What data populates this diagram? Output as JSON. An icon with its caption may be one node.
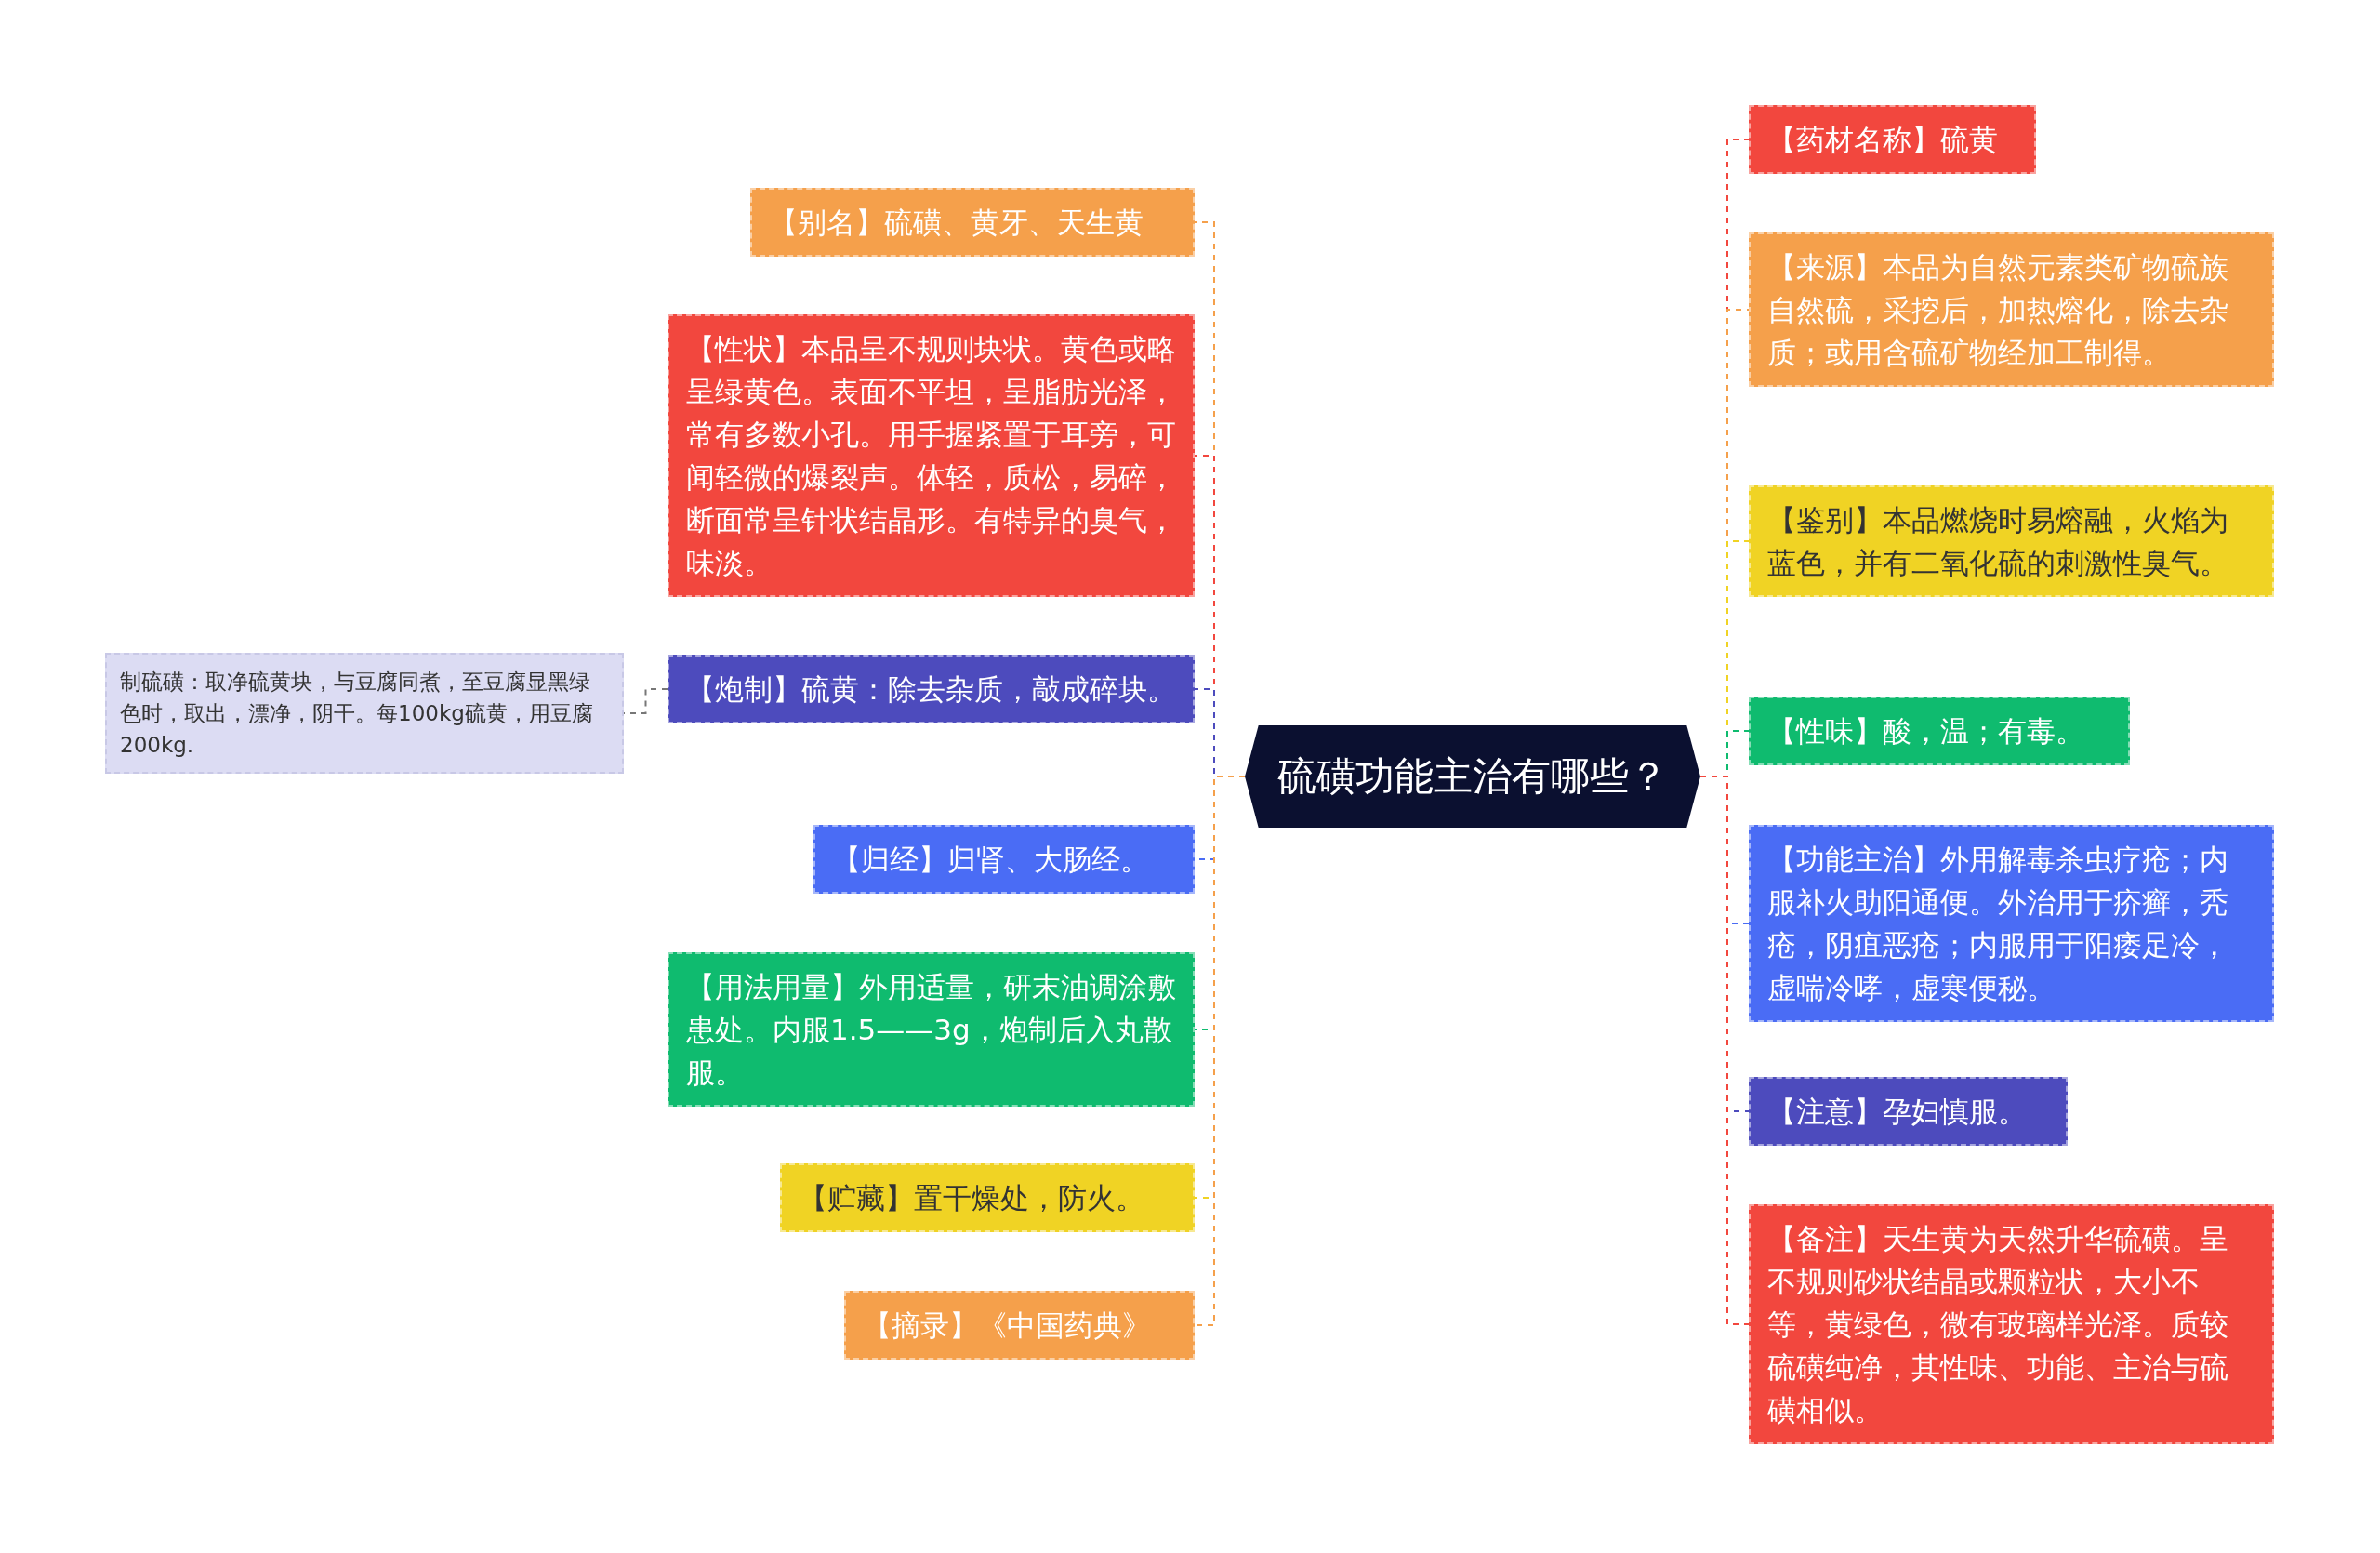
{
  "diagram": {
    "nodes": [
      {
        "text": [
          "硫磺功能主治有哪些？"
        ]
      },
      {
        "text": [
          "【别名】硫磺、黄牙、天生黄"
        ]
      },
      {
        "text": [
          "【性状】本品呈不规则块状。黄色或略呈绿黄色。表面不平坦，呈脂肪光泽，常有多数小孔。用手握紧置于耳旁，可闻轻微的爆裂声。体轻，质松，易碎，断面常呈针状结晶形。有特异的臭气，味淡。"
        ]
      },
      {
        "text": [
          "【炮制】硫黄：除去杂质，敲成碎块。"
        ]
      },
      {
        "text": [
          "【归经】归肾、大肠经。"
        ]
      },
      {
        "text": [
          "【用法用量】外用适量，研末油调涂敷患处。内服1.5——3g，炮制后入丸散服。"
        ]
      },
      {
        "text": [
          "【贮藏】置干燥处，防火。"
        ]
      },
      {
        "text": [
          "【摘录】《中国药典》"
        ]
      },
      {
        "text": [
          "制硫磺：取净硫黄块，与豆腐同煮，至豆腐显黑绿色时，取出，漂净，阴干。每100kg硫黄，用豆腐200kg."
        ]
      },
      {
        "text": [
          "【药材名称】硫黄"
        ]
      },
      {
        "text": [
          "【来源】本品为自然元素类矿物硫族自然硫，采挖后，加热熔化，除去杂质；或用含硫矿物经加工制得。"
        ]
      },
      {
        "text": [
          "【鉴别】本品燃烧时易熔融，火焰为蓝色，并有二氧化硫的刺激性臭气。"
        ]
      },
      {
        "text": [
          "【性味】酸，温；有毒。"
        ]
      },
      {
        "text": [
          "【功能主治】外用解毒杀虫疗疮；内服补火助阳通便。外治用于疥癣，秃疮，阴疽恶疮；内服用于阳痿足冷，虚喘冷哮，虚寒便秘。"
        ]
      },
      {
        "text": [
          "【注意】孕妇慎服。"
        ]
      },
      {
        "text": [
          "【备注】天生黄为天然升华硫磺。呈不规则砂状结晶或颗粒状，大小不等，黄绿色，微有玻璃样光泽。质较硫磺纯净，其性味、功能、主治与硫磺相似。"
        ]
      }
    ],
    "edges": [
      {
        "from": 0,
        "to": 1,
        "arrow": "none",
        "style": "dashed",
        "color": "#f5a04b"
      },
      {
        "from": 0,
        "to": 2,
        "arrow": "none",
        "style": "dashed",
        "color": "#f2473e"
      },
      {
        "from": 0,
        "to": 3,
        "arrow": "none",
        "style": "dashed",
        "color": "#4d4bbd"
      },
      {
        "from": 0,
        "to": 4,
        "arrow": "none",
        "style": "dashed",
        "color": "#4a6cf5"
      },
      {
        "from": 0,
        "to": 5,
        "arrow": "none",
        "style": "dashed",
        "color": "#0fbb6f"
      },
      {
        "from": 0,
        "to": 6,
        "arrow": "none",
        "style": "dashed",
        "color": "#f0d324"
      },
      {
        "from": 0,
        "to": 7,
        "arrow": "none",
        "style": "dashed",
        "color": "#f5a04b"
      },
      {
        "from": 3,
        "to": 8,
        "arrow": "none",
        "style": "dashed",
        "color": "#777777"
      },
      {
        "from": 0,
        "to": 9,
        "arrow": "none",
        "style": "dashed",
        "color": "#f2473e"
      },
      {
        "from": 0,
        "to": 10,
        "arrow": "none",
        "style": "dashed",
        "color": "#f5a04b"
      },
      {
        "from": 0,
        "to": 11,
        "arrow": "none",
        "style": "dashed",
        "color": "#f0d324"
      },
      {
        "from": 0,
        "to": 12,
        "arrow": "none",
        "style": "dashed",
        "color": "#0fbb6f"
      },
      {
        "from": 0,
        "to": 13,
        "arrow": "none",
        "style": "dashed",
        "color": "#4a6cf5"
      },
      {
        "from": 0,
        "to": 14,
        "arrow": "none",
        "style": "dashed",
        "color": "#4d4bbd"
      },
      {
        "from": 0,
        "to": 15,
        "arrow": "none",
        "style": "dashed",
        "color": "#f2473e"
      }
    ]
  }
}
